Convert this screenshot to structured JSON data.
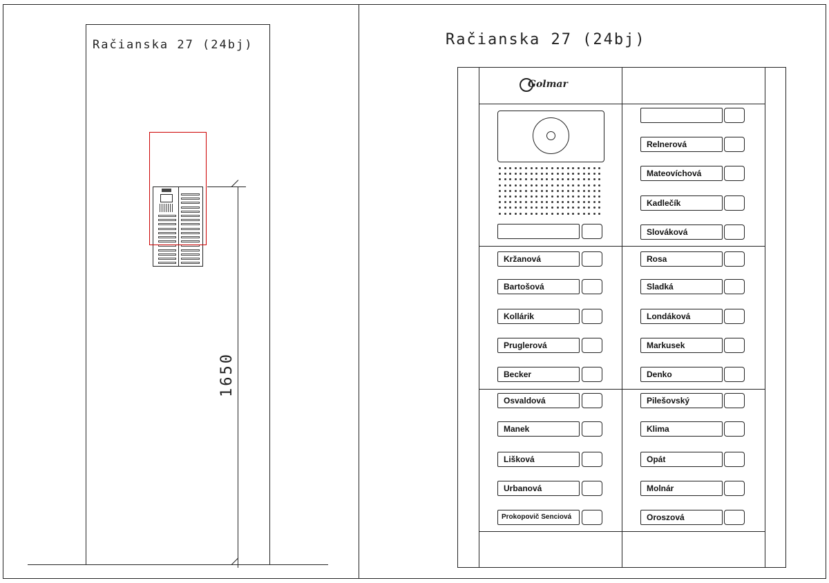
{
  "left_view": {
    "title": "Račianska 27 (24bj)",
    "dimension_label": "1650"
  },
  "right_view": {
    "title": "Račianska 27 (24bj)",
    "logo_text": "Golmar"
  },
  "panel": {
    "left_column": [
      {
        "name": ""
      },
      {
        "name": "Kržanová"
      },
      {
        "name": "Bartošová"
      },
      {
        "name": "Kollárik"
      },
      {
        "name": "Pruglerová"
      },
      {
        "name": "Becker"
      },
      {
        "name": "Osvaldová"
      },
      {
        "name": "Manek"
      },
      {
        "name": "Lišková"
      },
      {
        "name": "Urbanová"
      },
      {
        "name": "Prokopovič Senciová"
      }
    ],
    "right_column": [
      {
        "name": ""
      },
      {
        "name": "Relnerová"
      },
      {
        "name": "Mateovíchová"
      },
      {
        "name": "Kadlečík"
      },
      {
        "name": "Slováková"
      },
      {
        "name": "Rosa"
      },
      {
        "name": "Sladká"
      },
      {
        "name": "Londáková"
      },
      {
        "name": "Markusek"
      },
      {
        "name": "Denko"
      },
      {
        "name": "Pilešovský"
      },
      {
        "name": "Klima"
      },
      {
        "name": "Opát"
      },
      {
        "name": "Molnár"
      },
      {
        "name": "Oroszová"
      }
    ]
  },
  "colors": {
    "line": "#222222",
    "highlight": "#cc0000"
  }
}
